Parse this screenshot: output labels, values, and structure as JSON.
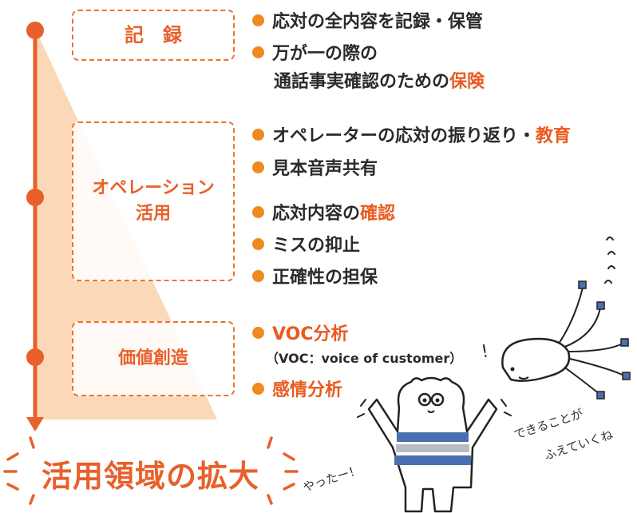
{
  "stages": [
    {
      "label_lines": [
        "記　録"
      ]
    },
    {
      "label_lines": [
        "オペレーション",
        "活用"
      ]
    },
    {
      "label_lines": [
        "価値創造"
      ]
    }
  ],
  "bullets_record": [
    {
      "text": "応対の全内容を記録・保管",
      "highlight": ""
    },
    {
      "text": "万が一の際の",
      "highlight": ""
    }
  ],
  "record_continuation": {
    "text": "通話事実確認のための",
    "highlight": "保険"
  },
  "bullets_operation": [
    {
      "text": "オペレーターの応対の振り返り・",
      "highlight": "教育"
    },
    {
      "text": "見本音声共有",
      "highlight": ""
    },
    {
      "text": "応対内容の",
      "highlight": "確認"
    },
    {
      "text": "ミスの抑止",
      "highlight": ""
    },
    {
      "text": "正確性の担保",
      "highlight": ""
    }
  ],
  "bullets_value": [
    {
      "text": "",
      "highlight": "VOC分析"
    },
    {
      "text": "",
      "highlight": "感情分析"
    }
  ],
  "voc_note": "（VOC：voice of customer）",
  "bottom_title": "活用領域の拡大",
  "speech_bear": "やったー！",
  "speech_character": [
    "できることが",
    "ふえていくね"
  ],
  "exclaim": "!",
  "colors": {
    "accent": "#e8602a",
    "bullet": "#ee8a1f",
    "triangle": "#fbd9b8"
  }
}
